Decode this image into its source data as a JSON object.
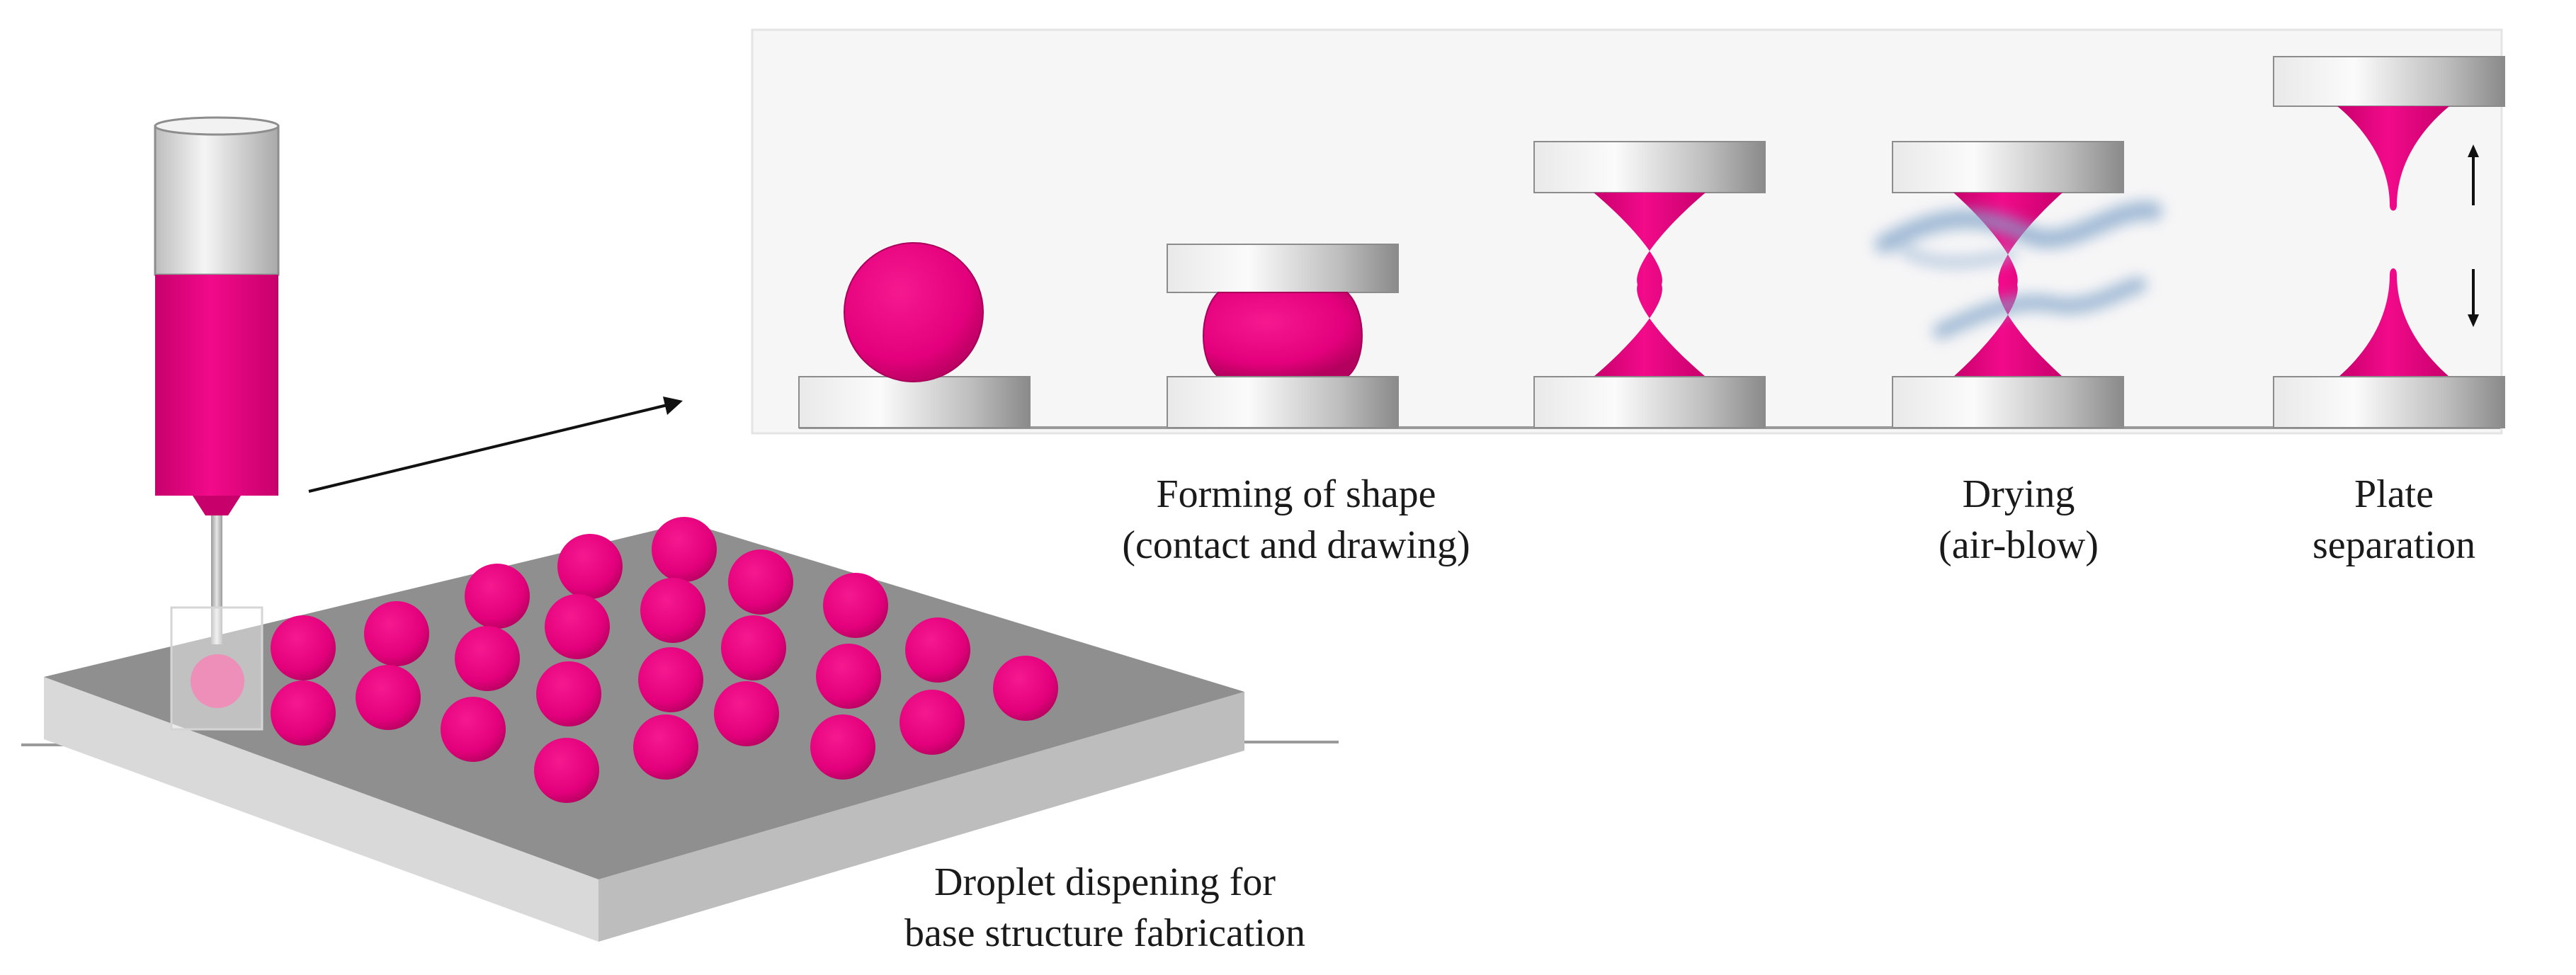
{
  "colors": {
    "ink": "#e4007c",
    "ink_dark": "#b8005f",
    "plate_light": "#f4f4f4",
    "plate_mid": "#c9c9c9",
    "plate_dark": "#8e8e8e",
    "substrate_top": "#8f8f8f",
    "substrate_side": "#d4d4d4",
    "panel_bg": "#f7f6f7",
    "air_blow": "#7fa3c8"
  },
  "captions": {
    "forming": {
      "line1": "Forming of shape",
      "line2": "(contact and drawing)"
    },
    "drying": {
      "line1": "Drying",
      "line2": "(air-blow)"
    },
    "separation": {
      "line1": "Plate",
      "line2": "separation"
    },
    "dispensing": {
      "line1": "Droplet dispening for",
      "line2": "base structure fabrication"
    }
  },
  "process_stages": [
    {
      "stage": "droplet"
    },
    {
      "stage": "contact"
    },
    {
      "stage": "drawing"
    },
    {
      "stage": "drying"
    },
    {
      "stage": "separation"
    }
  ],
  "icons": [
    "syringe-icon",
    "arrow-icon",
    "up-arrow-icon",
    "down-arrow-icon",
    "air-blow-icon"
  ]
}
